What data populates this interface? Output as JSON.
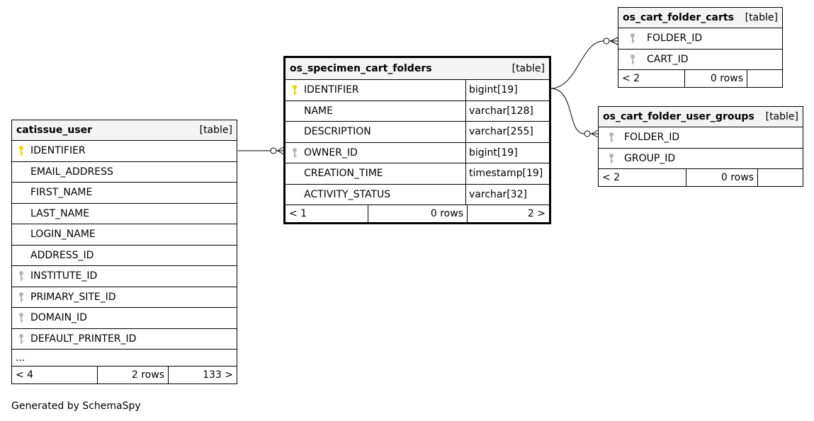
{
  "colors": {
    "primary_key": "#e8d800",
    "foreign_key": "#b4b4b4",
    "header_bg": "#f4f4f4"
  },
  "tables": {
    "catissue_user": {
      "name": "catissue_user",
      "kind": "[table]",
      "columns": [
        {
          "name": "IDENTIFIER",
          "key": "primary"
        },
        {
          "name": "EMAIL_ADDRESS",
          "key": "none"
        },
        {
          "name": "FIRST_NAME",
          "key": "none"
        },
        {
          "name": "LAST_NAME",
          "key": "none"
        },
        {
          "name": "LOGIN_NAME",
          "key": "none"
        },
        {
          "name": "ADDRESS_ID",
          "key": "none"
        },
        {
          "name": "INSTITUTE_ID",
          "key": "foreign"
        },
        {
          "name": "PRIMARY_SITE_ID",
          "key": "foreign"
        },
        {
          "name": "DOMAIN_ID",
          "key": "foreign"
        },
        {
          "name": "DEFAULT_PRINTER_ID",
          "key": "foreign"
        }
      ],
      "ellipsis": "...",
      "footer": {
        "parents": "< 4",
        "rows": "2 rows",
        "children": "133 >"
      }
    },
    "os_specimen_cart_folders": {
      "name": "os_specimen_cart_folders",
      "kind": "[table]",
      "columns": [
        {
          "name": "IDENTIFIER",
          "type": "bigint[19]",
          "key": "primary"
        },
        {
          "name": "NAME",
          "type": "varchar[128]",
          "key": "none"
        },
        {
          "name": "DESCRIPTION",
          "type": "varchar[255]",
          "key": "none"
        },
        {
          "name": "OWNER_ID",
          "type": "bigint[19]",
          "key": "foreign"
        },
        {
          "name": "CREATION_TIME",
          "type": "timestamp[19]",
          "key": "none"
        },
        {
          "name": "ACTIVITY_STATUS",
          "type": "varchar[32]",
          "key": "none"
        }
      ],
      "footer": {
        "parents": "< 1",
        "rows": "0 rows",
        "children": "2 >"
      }
    },
    "os_cart_folder_carts": {
      "name": "os_cart_folder_carts",
      "kind": "[table]",
      "columns": [
        {
          "name": "FOLDER_ID",
          "key": "foreign"
        },
        {
          "name": "CART_ID",
          "key": "foreign"
        }
      ],
      "footer": {
        "parents": "< 2",
        "rows": "0 rows",
        "children": ""
      }
    },
    "os_cart_folder_user_groups": {
      "name": "os_cart_folder_user_groups",
      "kind": "[table]",
      "columns": [
        {
          "name": "FOLDER_ID",
          "key": "foreign"
        },
        {
          "name": "GROUP_ID",
          "key": "foreign"
        }
      ],
      "footer": {
        "parents": "< 2",
        "rows": "0 rows",
        "children": ""
      }
    }
  },
  "generated_by": "Generated by SchemaSpy"
}
